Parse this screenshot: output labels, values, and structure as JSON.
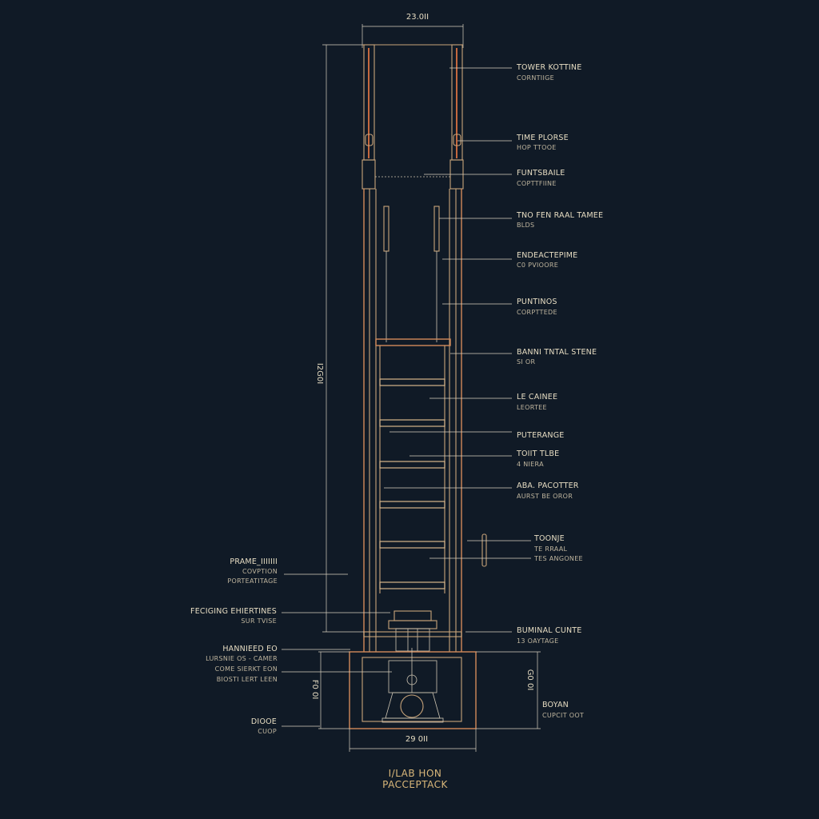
{
  "dimensions": {
    "top_width": "23.0II",
    "left_height": "I2G0I",
    "base_left": "F0 0I",
    "base_right": "G0 0I",
    "base_width": "29 0II"
  },
  "labels_right": [
    {
      "main": "TOWER KOTTINE",
      "sub": "CORNTIIGE"
    },
    {
      "main": "TIME PLORSE",
      "sub": "HOP TTOOE"
    },
    {
      "main": "FUNTSBAILE",
      "sub": "COPTTFIINE"
    },
    {
      "main": "TNO FEN RAAL TAMEE",
      "sub": "BLDS"
    },
    {
      "main": "ENDEACTEPIME",
      "sub": "C0 PVIOORE"
    },
    {
      "main": "PUNTINOS",
      "sub": "CORPTTEDE"
    },
    {
      "main": "BANNI TNTAL STENE",
      "sub": "SI OR"
    },
    {
      "main": "LE CAINEE",
      "sub": "LEORTEE"
    },
    {
      "main": "PUTERANGE",
      "sub": ""
    },
    {
      "main": "TOIIT TLBE",
      "sub": "4 NIERA"
    },
    {
      "main": "ABA. PACOTTER",
      "sub": "AURST BE OROR"
    },
    {
      "main": "TOONJE",
      "sub": "TE RRAAL\nTES ANGONEE"
    },
    {
      "main": "BUMINAL CUNTE",
      "sub": "13 OAYTAGE"
    },
    {
      "main": "BOYAN",
      "sub": "CUPCIT OOT"
    }
  ],
  "labels_left": [
    {
      "main": "PRAME_IIIIIII",
      "sub": "COVPTION\nPORTEATITAGE"
    },
    {
      "main": "FECIGING EHIERTINES",
      "sub": "SUR TVISE"
    },
    {
      "main": "HANNIEED EO",
      "sub": "LURSNIE OS - CAMER\nCOME SIERKT EON\nBIOSTI LERT LEEN"
    },
    {
      "main": "DIOOE",
      "sub": "CUOP"
    }
  ],
  "footer": {
    "line1": "I/LAB HON",
    "line2": "PACCEPTACK"
  },
  "colors": {
    "background": "#101a26",
    "copper": "#c4683e",
    "frame": "#d28a5a",
    "text": "#e6dcc2"
  }
}
